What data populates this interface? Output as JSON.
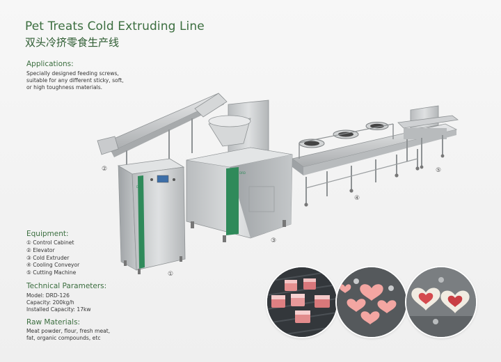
{
  "header": {
    "title_en": "Pet Treats Cold Extruding Line",
    "title_cn": "双头冷挤零食生产线"
  },
  "applications": {
    "heading": "Applications:",
    "lines": [
      "Specially designed feeding screws,",
      "suitable for any different sticky, soft,",
      "or high toughness materials."
    ]
  },
  "equipment": {
    "heading": "Equipment:",
    "items": [
      "① Control Cabinet",
      "② Elevator",
      "③ Cold Extruder",
      "④ Cooling Conveyor",
      "⑤ Cutting Machine"
    ]
  },
  "technical": {
    "heading": "Technical Parameters:",
    "lines": [
      "Model: DRD-126",
      "Capacity: 200kg/h",
      "Installed Capacity: 17kw"
    ]
  },
  "raw_materials": {
    "heading": "Raw Materials:",
    "lines": [
      "Meat powder, flour, fresh meat,",
      "fat, organic compounds, etc"
    ]
  },
  "markers": {
    "m1": "①",
    "m2": "②",
    "m3": "③",
    "m4": "④",
    "m5": "⑤"
  },
  "colors": {
    "accent_green": "#3b6e3f",
    "machine_steel": "#c9ccce",
    "machine_green": "#2f8a5a"
  },
  "machine_plate": {
    "panel_label": "DRD",
    "extruder_label": "DRD"
  }
}
